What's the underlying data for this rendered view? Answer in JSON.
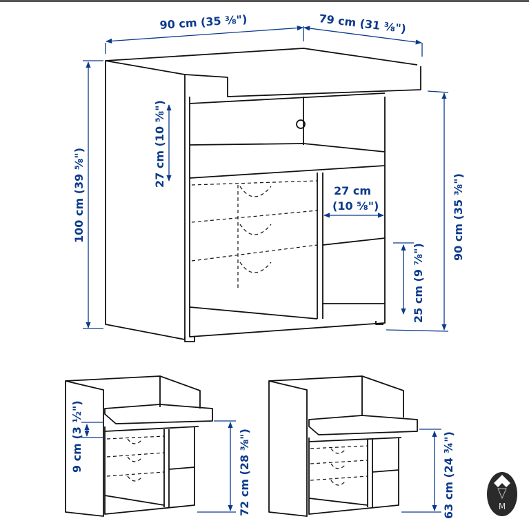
{
  "colors": {
    "dimension": "#0b3a8c",
    "outline": "#111111",
    "logo_bg": "#2a2a2a"
  },
  "main_view": {
    "width": "90 cm (35 ⅜\")",
    "depth": "79 cm (31 ⅜\")",
    "total_height": "100 cm (39 ⅝\")",
    "upper_gap": "27 cm (10 ⅝\")",
    "shelf_depth_cm": "27 cm",
    "shelf_depth_in": "(10 ⅝\")",
    "table_height": "90 cm (35 ⅜\")",
    "lower_compartment": "25 cm (9 ⅞\")"
  },
  "variant_left": {
    "top_offset": "9 cm (3 ½\")",
    "height": "72 cm (28 ⅜\")"
  },
  "variant_right": {
    "height": "63 cm (24 ¾\")"
  },
  "logo": {
    "icon": "diamond-flower-logo",
    "letter": "M"
  }
}
